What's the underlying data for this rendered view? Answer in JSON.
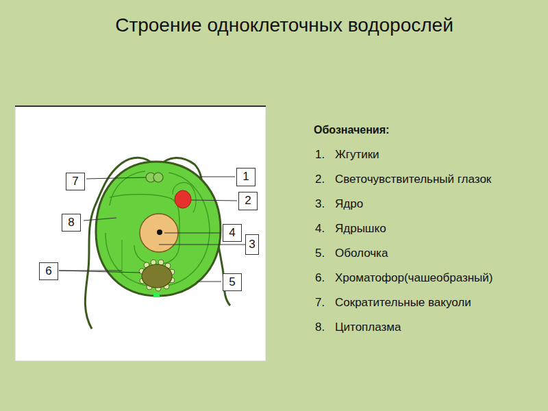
{
  "diagram": {
    "title": "Строение одноклеточных водорослей",
    "nodes": [
      {
        "text": [
          "7"
        ]
      },
      {
        "text": [
          "1"
        ]
      },
      {
        "text": [
          "2"
        ]
      },
      {
        "text": [
          "8"
        ]
      },
      {
        "text": [
          "4"
        ]
      },
      {
        "text": [
          "3"
        ]
      },
      {
        "text": [
          "6"
        ]
      },
      {
        "text": [
          "5"
        ]
      }
    ],
    "labels": [
      "Обозначения:",
      "1.",
      "Жгутики",
      "2.",
      "Светочувствительный глазок",
      "3.",
      "Ядро",
      "4.",
      "Ядрышко",
      "5.",
      "Оболочка",
      "6.",
      "Хроматофор(чашеобразный)",
      "7.",
      "Сократительные вакуоли",
      "8.",
      "Цитоплазма"
    ]
  }
}
